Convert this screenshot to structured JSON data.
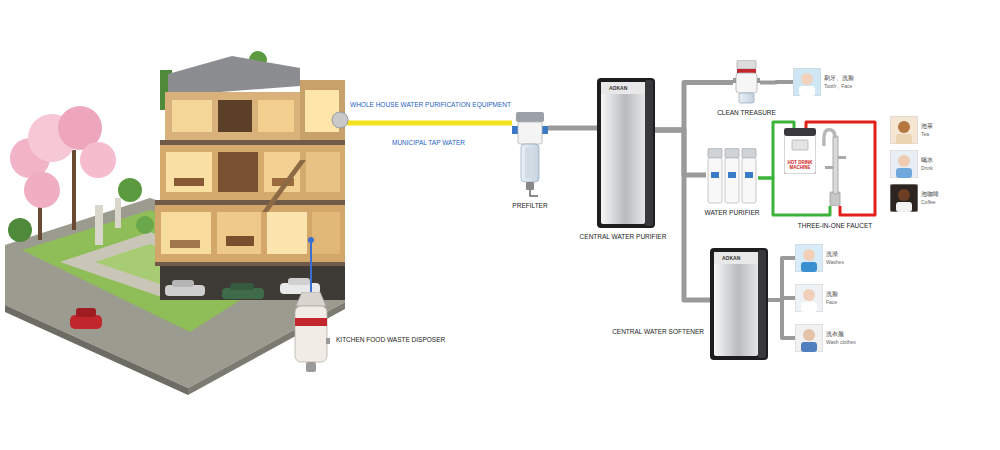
{
  "diagram": {
    "nodes": [
      {
        "text": [
          "PREFILTER"
        ]
      },
      {
        "text": [
          "CENTRAL WATER PURIFIER"
        ]
      },
      {
        "text": [
          "CLEAN TREASURE"
        ]
      },
      {
        "text": [
          "WATER PURIFIER"
        ]
      },
      {
        "text": [
          "HOT DRINK MACHINE"
        ]
      },
      {
        "text": [
          "THREE-IN-ONE FAUCET"
        ]
      },
      {
        "text": [
          "CENTRAL WATER SOFTENER"
        ]
      },
      {
        "text": [
          "KITCHEN FOOD WASTE DISPOSER"
        ]
      },
      {
        "text": [
          "刷牙、洗脸",
          "Tooth，Face"
        ]
      },
      {
        "text": [
          "泡茶",
          "Tea"
        ]
      },
      {
        "text": [
          "喝水",
          "Drink"
        ]
      },
      {
        "text": [
          "泡咖啡",
          "Coffee"
        ]
      },
      {
        "text": [
          "洗澡",
          "Washes"
        ]
      },
      {
        "text": [
          "洗脸",
          "Face"
        ]
      },
      {
        "text": [
          "洗衣服",
          "Wash clothes"
        ]
      }
    ],
    "edges": [
      {
        "from": 0,
        "to": 1,
        "arrow": "none"
      },
      {
        "from": 1,
        "to": 2,
        "arrow": "none"
      },
      {
        "from": 1,
        "to": 3,
        "arrow": "none"
      },
      {
        "from": 1,
        "to": 6,
        "arrow": "none"
      },
      {
        "from": 2,
        "to": 8,
        "arrow": "none"
      },
      {
        "from": 3,
        "to": 4,
        "arrow": "none"
      },
      {
        "from": 3,
        "to": 5,
        "arrow": "none"
      },
      {
        "from": 4,
        "to": 5,
        "arrow": "none"
      },
      {
        "from": 6,
        "to": 12,
        "arrow": "none"
      },
      {
        "from": 6,
        "to": 13,
        "arrow": "none"
      },
      {
        "from": 6,
        "to": 14,
        "arrow": "none"
      }
    ],
    "labels": [
      "WHOLE HOUSE WATER PURIFICATION EQUIPMENT",
      "MUNICIPAL TAP WATER",
      "AOKAN",
      "AOKAN"
    ]
  }
}
